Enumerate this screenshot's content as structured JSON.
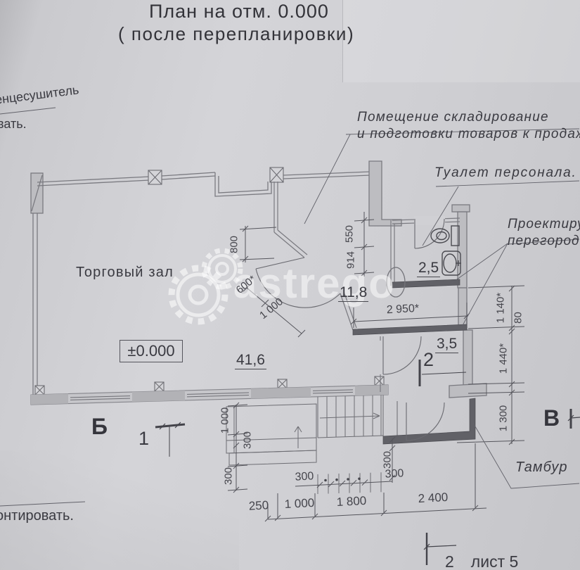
{
  "title": {
    "line1": "План на отм. 0.000",
    "line2": "( после перепланировки)"
  },
  "annotations": {
    "left_top_1": "енцесушитель",
    "left_top_2": "вать.",
    "storage_line1": "Помещение складирование",
    "storage_line2": "и подготовки товаров к продаж",
    "toilet": "Туалет персонала.",
    "partition_line1": "Проектиру",
    "partition_line2": "перегород",
    "tambour": "Тамбур",
    "bottom_left_note": "онтировать.",
    "watermark": "astrego"
  },
  "rooms": {
    "hall_name": "Торговый зал",
    "hall_area": "41,6",
    "storage_area": "11,8",
    "wc_area": "2,5",
    "lobby_area": "3,5",
    "elevation": "±0.000"
  },
  "axes": {
    "b": "Б",
    "v": "В",
    "marker_1": "1",
    "marker_2": "2"
  },
  "dimensions": {
    "dim_800": "800",
    "dim_550": "550",
    "dim_914": "914",
    "dim_600": "600*",
    "dim_1000_diag": "1 000",
    "dim_2950": "2 950*",
    "dim_1140": "1 140*",
    "dim_80": "80",
    "dim_1440": "1 440*",
    "dim_1300": "1 300",
    "left_1000": "1 000",
    "left_300a": "300",
    "left_300b": "300",
    "row_300_left": "300",
    "row_300_right": "300",
    "vest_300": "300",
    "bottom": [
      "250",
      "1 000",
      "1 800",
      "2 400"
    ]
  },
  "sheet": {
    "num": "2",
    "label": "лист 5"
  }
}
